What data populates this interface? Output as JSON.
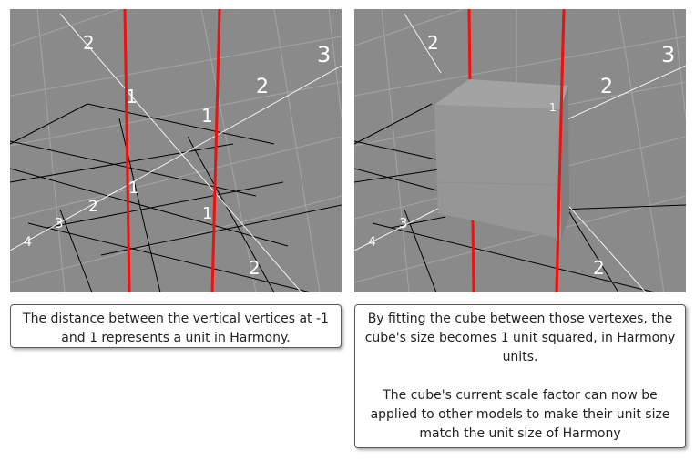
{
  "colors": {
    "viewport_bg": "#8a8a8a",
    "grid_light": "#a6a6a6",
    "grid_dark": "#000000",
    "axis_red": "#ee1111",
    "axis_white": "#f2f2f2",
    "cube_front": "#959595",
    "cube_top": "#a3a3a3",
    "cube_side": "#7d7d7d"
  },
  "left_viewport": {
    "axis_labels": [
      "2",
      "3",
      "1",
      "2",
      "1",
      "1",
      "2",
      "3",
      "4",
      "1",
      "2"
    ]
  },
  "right_viewport": {
    "axis_labels": [
      "2",
      "3",
      "2",
      "1",
      "3",
      "4",
      "2"
    ]
  },
  "captions": {
    "left": "The distance between the vertical vertices at -1 and 1 represents a unit in Harmony.",
    "right_paragraph_1": "By fitting the cube between those vertexes, the cube's size becomes 1 unit squared, in Harmony units.",
    "right_paragraph_2": "The cube's current scale factor can now be applied to other models to make their unit size match the unit size of Harmony"
  }
}
